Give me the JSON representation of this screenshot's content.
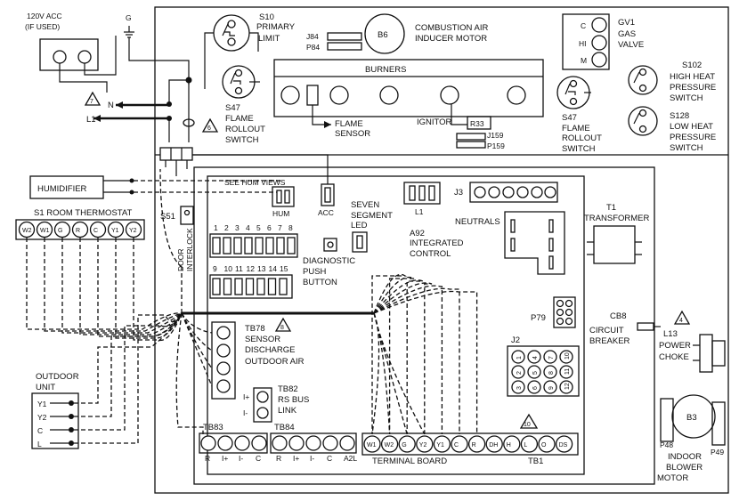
{
  "power": {
    "label1": "120V ACC",
    "label2": "(IF USED)",
    "ground": "G",
    "neutral": "N",
    "line": "L1",
    "warn_n": "7"
  },
  "components": {
    "s10": {
      "id": "S10",
      "line1": "PRIMARY",
      "line2": "LIMIT"
    },
    "jp84": {
      "j": "J84",
      "p": "P84"
    },
    "b6": {
      "id": "B6",
      "line1": "COMBUSTION AIR",
      "line2": "INDUCER MOTOR"
    },
    "gv1": {
      "id": "GV1",
      "line1": "GAS",
      "line2": "VALVE",
      "pins": [
        "C",
        "HI",
        "M"
      ]
    },
    "burners": "BURNERS",
    "s47_left": {
      "id": "S47",
      "line1": "FLAME",
      "line2": "ROLLOUT",
      "line3": "SWITCH",
      "warn": "6"
    },
    "flame_sensor": {
      "line1": "FLAME",
      "line2": "SENSOR"
    },
    "ignitor": "IGNITOR",
    "r33": "R33",
    "jp159": {
      "j": "J159",
      "p": "P159"
    },
    "s47_right": {
      "id": "S47",
      "line1": "FLAME",
      "line2": "ROLLOUT",
      "line3": "SWITCH"
    },
    "s102": {
      "id": "S102",
      "line1": "HIGH HEAT",
      "line2": "PRESSURE",
      "line3": "SWITCH"
    },
    "s128": {
      "id": "S128",
      "line1": "LOW HEAT",
      "line2": "PRESSURE",
      "line3": "SWITCH"
    },
    "humidifier": "HUMIDIFIER",
    "hum_views": "SEE HUM VIEWS",
    "hum": "HUM",
    "acc": "ACC",
    "seven_seg": {
      "line1": "SEVEN",
      "line2": "SEGMENT",
      "line3": "LED"
    },
    "l1_conn": "L1",
    "j3": "J3",
    "t1": {
      "id": "T1",
      "line1": "TRANSFORMER"
    },
    "neutrals": "NEUTRALS",
    "a92": {
      "id": "A92",
      "line1": "INTEGRATED",
      "line2": "CONTROL"
    },
    "s51": "S51",
    "door_interlock": {
      "line1": "DOOR",
      "line2": "INTERLOCK"
    },
    "diag_button": {
      "line1": "DIAGNOSTIC",
      "line2": "PUSH",
      "line3": "BUTTON"
    },
    "dip_top": [
      "1",
      "2",
      "3",
      "4",
      "5",
      "6",
      "7",
      "8"
    ],
    "dip_bottom": [
      "9",
      "10",
      "11",
      "12",
      "13",
      "14",
      "15"
    ],
    "p79": "P79",
    "cb8": {
      "id": "CB8",
      "line1": "CIRCUIT",
      "line2": "BREAKER",
      "warn": "4"
    },
    "l13": {
      "id": "L13",
      "line1": "POWER",
      "line2": "CHOKE"
    },
    "j2": {
      "id": "J2",
      "pins": [
        "1",
        "4",
        "7",
        "10",
        "2",
        "5",
        "8",
        "11",
        "3",
        "6",
        "9",
        "12"
      ]
    },
    "tb78": {
      "id": "TB78",
      "line1": "SENSOR",
      "line2": "DISCHARGE",
      "line3": "OUTDOOR AIR",
      "warn": "8"
    },
    "tb82": {
      "id": "TB82",
      "line1": "RS BUS",
      "line2": "LINK",
      "pins": [
        "I+",
        "I-"
      ]
    },
    "tb83": {
      "id": "TB83",
      "pins": [
        "R",
        "I+",
        "I-",
        "C"
      ]
    },
    "tb84": {
      "id": "TB84",
      "pins": [
        "R",
        "I+",
        "I-",
        "C",
        "A2L"
      ]
    },
    "tb1": {
      "id": "TB1",
      "label": "TERMINAL BOARD",
      "pins": [
        "W1",
        "W2",
        "G",
        "Y2",
        "Y1",
        "C",
        "R",
        "DH",
        "H",
        "L",
        "O",
        "DS"
      ],
      "warn": "10"
    },
    "b3": {
      "id": "B3",
      "p48": "P48",
      "p49": "P49",
      "line1": "INDOOR",
      "line2": "BLOWER",
      "line3": "MOTOR"
    }
  },
  "thermostat": {
    "title": "S1 ROOM THERMOSTAT",
    "terminals": [
      "W2",
      "W1",
      "G",
      "R",
      "C",
      "Y1",
      "Y2"
    ]
  },
  "outdoor_unit": {
    "line1": "OUTDOOR",
    "line2": "UNIT",
    "terminals": [
      "Y1",
      "Y2",
      "C",
      "L"
    ]
  }
}
